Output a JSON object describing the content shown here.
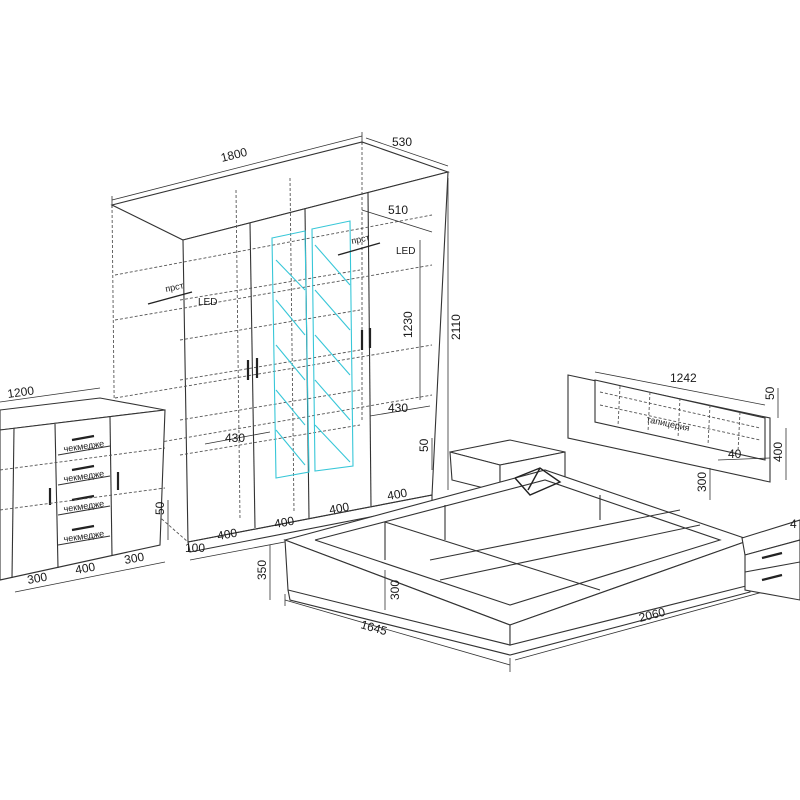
{
  "colors": {
    "line": "#333333",
    "glass": "#38c7d8",
    "background": "#ffffff"
  },
  "wardrobe": {
    "width": "1800",
    "depth": "530",
    "inner_depth": "510",
    "height": "2110",
    "shelf_height": "1230",
    "inner_width_left": "430",
    "inner_width_right": "430",
    "drawer_height": "50",
    "bottom_widths": [
      "400",
      "400",
      "400",
      "400"
    ],
    "base": "100",
    "rail_label_left": "прст",
    "rail_label_right": "прст",
    "led_left": "LED",
    "led_right": "LED"
  },
  "dresser": {
    "width": "1200",
    "drawer_label": "чекмедже",
    "bottom_widths": [
      "300",
      "400",
      "300"
    ],
    "leg_height": "50"
  },
  "bed": {
    "headboard_width": "1242",
    "headboard_top": "50",
    "headboard_height": "400",
    "headboard_side": "40",
    "headboard_label": "тапицерия",
    "frame_height": "350",
    "inner_height": "300",
    "storage_height": "300",
    "width": "1645",
    "length": "2060"
  },
  "nightstand": {
    "width_label": "4"
  }
}
